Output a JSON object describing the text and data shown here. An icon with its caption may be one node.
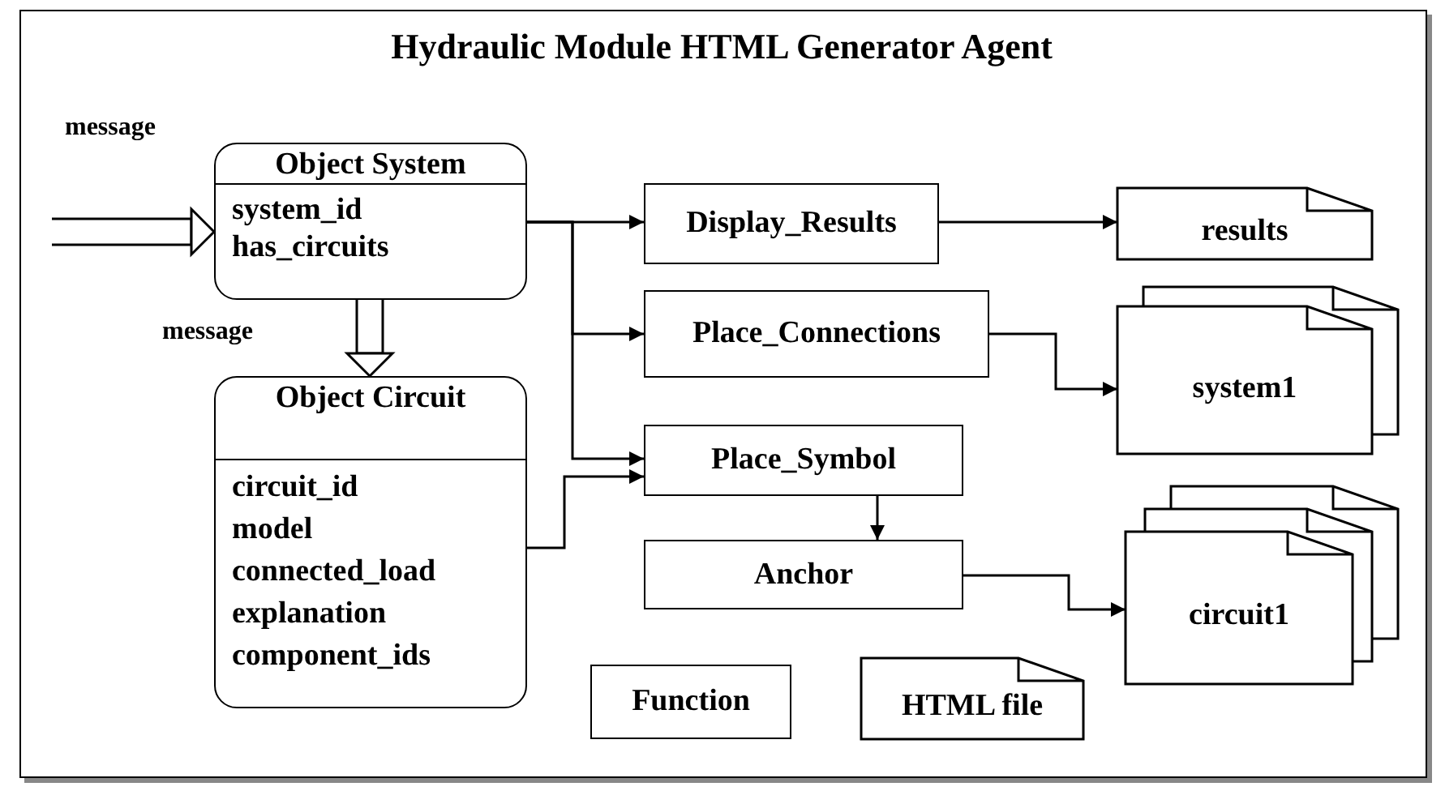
{
  "diagram": {
    "title": "Hydraulic Module HTML Generator Agent",
    "nodes": [
      {
        "text": [
          "Object System",
          "system_id",
          "has_circuits"
        ]
      },
      {
        "text": [
          "Object Circuit",
          "circuit_id",
          "model",
          "connected_load",
          "explanation",
          "component_ids"
        ]
      },
      {
        "text": [
          "Display_Results"
        ]
      },
      {
        "text": [
          "Place_Connections"
        ]
      },
      {
        "text": [
          "Place_Symbol"
        ]
      },
      {
        "text": [
          "Anchor"
        ]
      },
      {
        "text": [
          "results"
        ]
      },
      {
        "text": [
          "system1"
        ]
      },
      {
        "text": [
          "circuit1"
        ]
      },
      {
        "text": [
          "Function"
        ]
      },
      {
        "text": [
          "HTML file"
        ]
      }
    ],
    "edges": [
      {
        "from": null,
        "to": 0,
        "arrow": "to",
        "label": "message"
      },
      {
        "from": 0,
        "to": 1,
        "arrow": "to",
        "label": "message"
      },
      {
        "from": 0,
        "to": 2,
        "arrow": "to"
      },
      {
        "from": 0,
        "to": 3,
        "arrow": "to"
      },
      {
        "from": 0,
        "to": 4,
        "arrow": "to"
      },
      {
        "from": 1,
        "to": 4,
        "arrow": "to"
      },
      {
        "from": 2,
        "to": 6,
        "arrow": "to"
      },
      {
        "from": 3,
        "to": 7,
        "arrow": "to"
      },
      {
        "from": 4,
        "to": 5,
        "arrow": "to"
      },
      {
        "from": 5,
        "to": 8,
        "arrow": "to"
      }
    ]
  }
}
